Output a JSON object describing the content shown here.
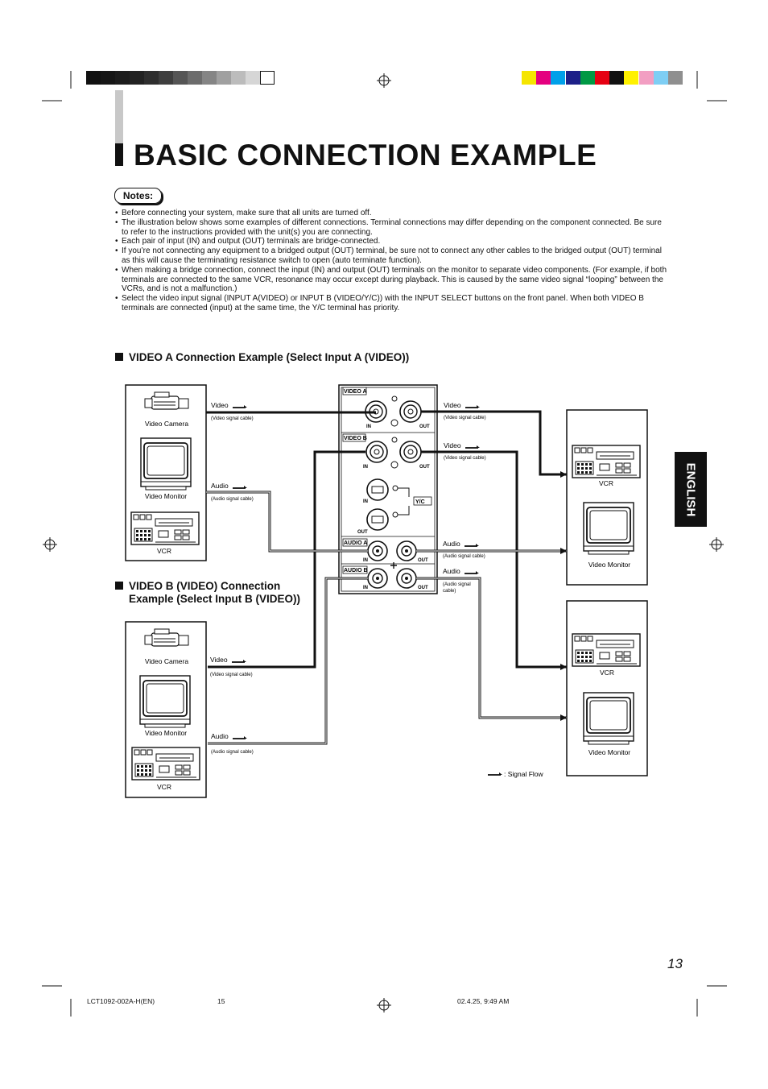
{
  "colors": {
    "gray_strip": [
      "#111111",
      "#161616",
      "#1c1c1c",
      "#222222",
      "#2e2e2e",
      "#3e3e3e",
      "#555555",
      "#6c6c6c",
      "#858585",
      "#a0a0a0",
      "#bcbcbc",
      "#d6d6d6",
      "#ffffff"
    ],
    "color_strip": [
      "#f5e500",
      "#e4007f",
      "#00a0e9",
      "#1d2088",
      "#009944",
      "#e60012",
      "#111111",
      "#fff100",
      "#f29ec2",
      "#7ecef4",
      "#8f8f8f"
    ]
  },
  "page": {
    "title": "BASIC CONNECTION EXAMPLE",
    "notes_label": "Notes:",
    "notes": [
      "Before connecting your system, make sure that all units are turned off.",
      "The illustration below shows some examples of different connections. Terminal connections may differ depending on the component connected. Be sure to refer to the instructions provided with the unit(s) you are connecting.",
      "Each pair of input (IN) and output (OUT) terminals are bridge-connected.",
      "If you’re not connecting any equipment to a bridged output (OUT) terminal, be sure not to connect any other cables to the bridged output (OUT) terminal as this will cause the terminating resistance switch to open (auto terminate function).",
      "When making a bridge connection, connect the input (IN) and output (OUT) terminals on the monitor to separate video components. (For example, if both terminals are connected to the same VCR, resonance may occur except during playback. This is caused by the same video signal “looping” between the VCRs, and is not a malfunction.)",
      "Select the video input signal (INPUT A(VIDEO) or INPUT B (VIDEO/Y/C)) with the INPUT SELECT buttons on the front panel.  When both VIDEO B terminals are connected (input) at the same time, the Y/C terminal has priority."
    ],
    "section_a_heading": "VIDEO A Connection Example (Select Input A (VIDEO))",
    "section_b_heading_line1": "VIDEO B (VIDEO) Connection",
    "section_b_heading_line2": "Example (Select Input B (VIDEO))",
    "language_tab": "ENGLISH",
    "page_number": "13"
  },
  "diagram": {
    "left_group_a": {
      "camera": "Video Camera",
      "monitor": "Video Monitor",
      "vcr": "VCR"
    },
    "left_group_b": {
      "camera": "Video Camera",
      "monitor": "Video Monitor",
      "vcr": "VCR"
    },
    "right_group_a": {
      "vcr": "VCR",
      "monitor": "Video Monitor"
    },
    "right_group_b": {
      "vcr": "VCR",
      "monitor": "Video Monitor"
    },
    "panel": {
      "video_a": "VIDEO A",
      "video_b": "VIDEO B",
      "audio_a": "AUDIO A",
      "audio_b": "AUDIO B",
      "yc": "Y/C",
      "in": "IN",
      "out": "OUT"
    },
    "cables": {
      "video": "Video",
      "video_cable": "(Video signal cable)",
      "audio": "Audio",
      "audio_cable": "(Audio signal cable)",
      "audio_cable_split_1": "(Audio signal",
      "audio_cable_split_2": "cable)"
    },
    "legend": ": Signal Flow"
  },
  "footer": {
    "doc_code": "LCT1092-002A-H(EN)",
    "sheet": "15",
    "timestamp": "02.4.25, 9:49 AM"
  }
}
